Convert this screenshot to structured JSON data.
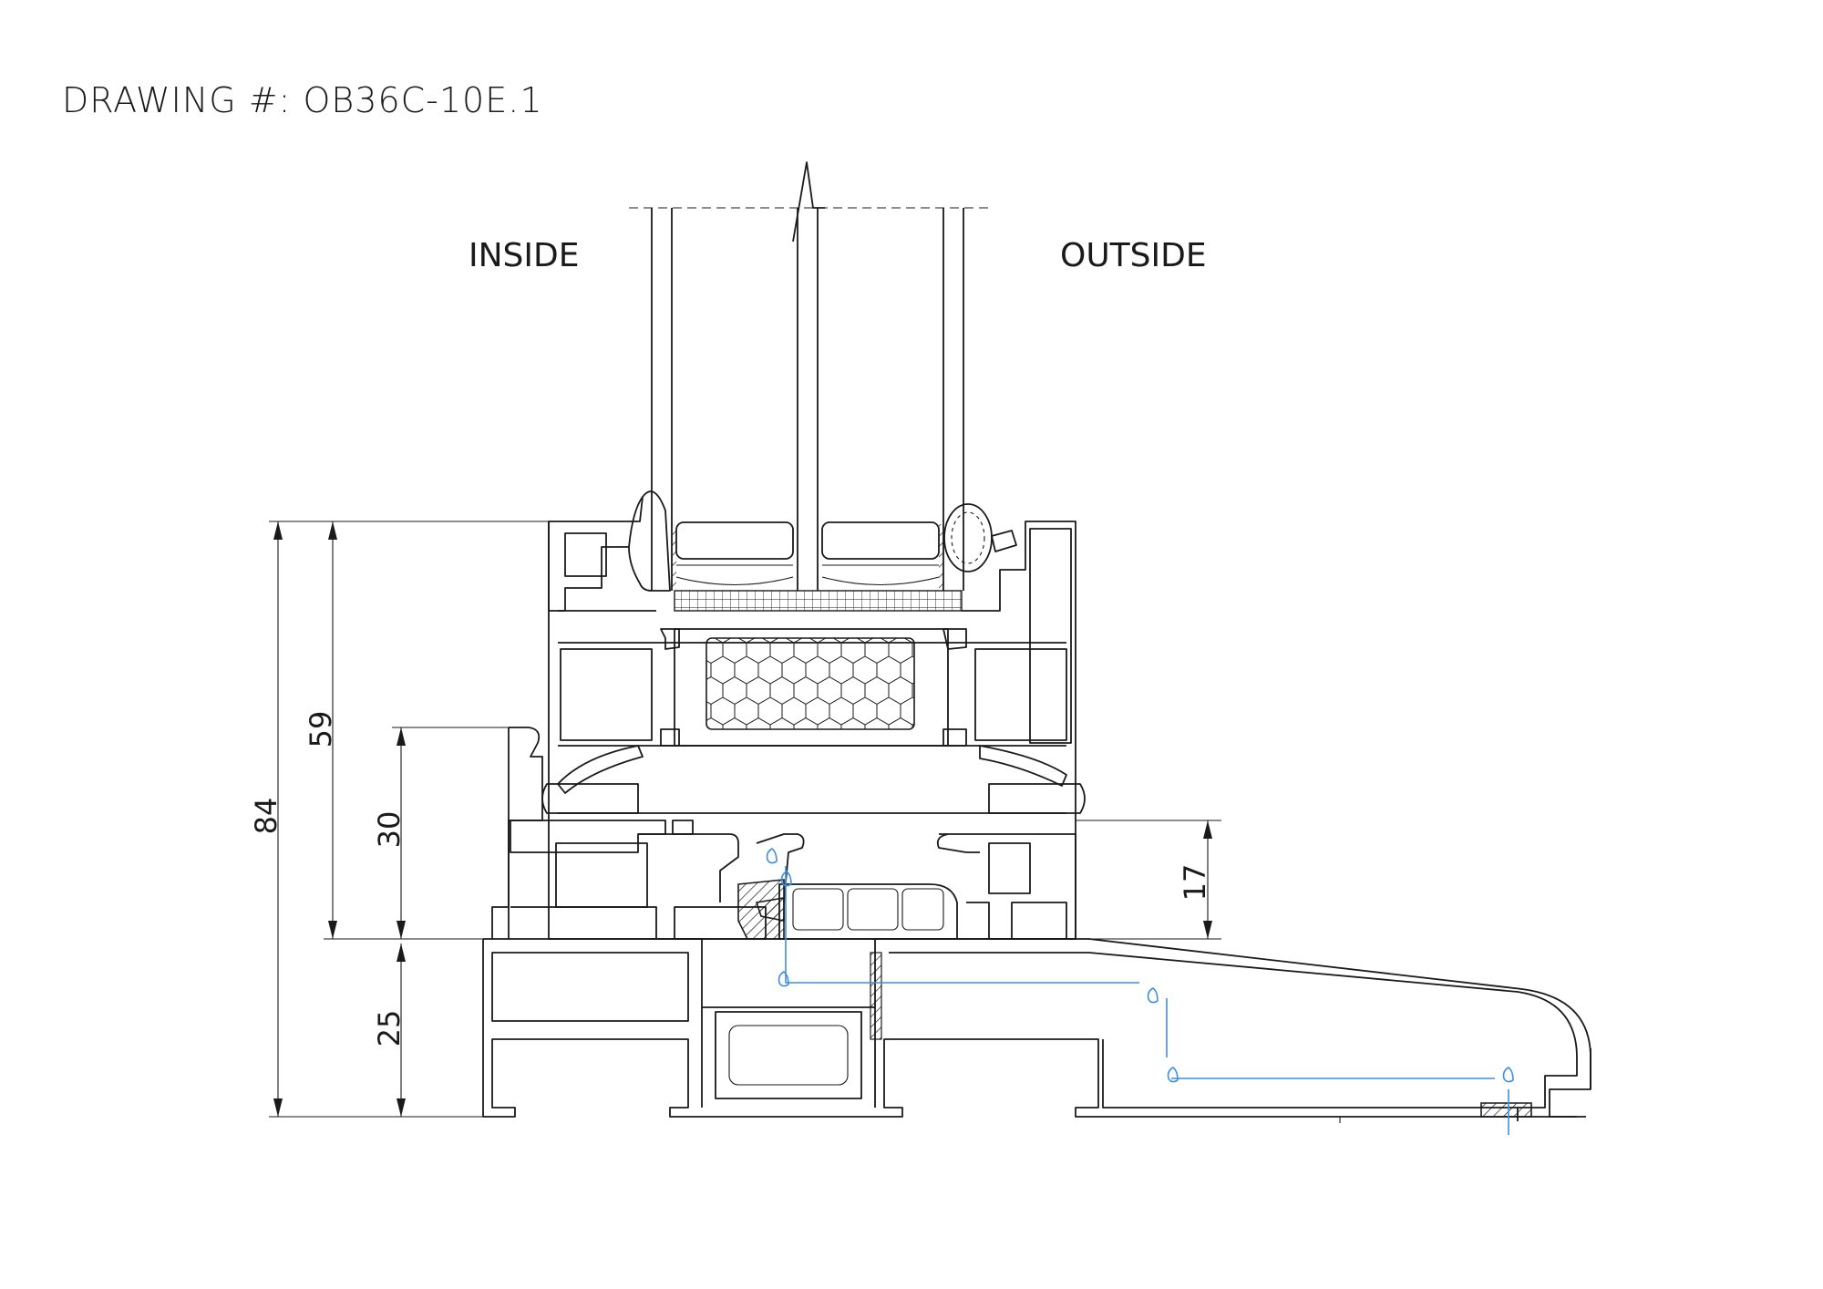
{
  "title": "DRAWING #: OB36C-10E.1",
  "labels": {
    "inside": "INSIDE",
    "outside": "OUTSIDE"
  },
  "dimensions": {
    "overall": "84",
    "sash": "59",
    "frame": "30",
    "threshold": "25",
    "sill_step": "17"
  },
  "colors": {
    "line": "#1a1a1a",
    "water_path": "#3d8fe0",
    "background": "#ffffff"
  }
}
